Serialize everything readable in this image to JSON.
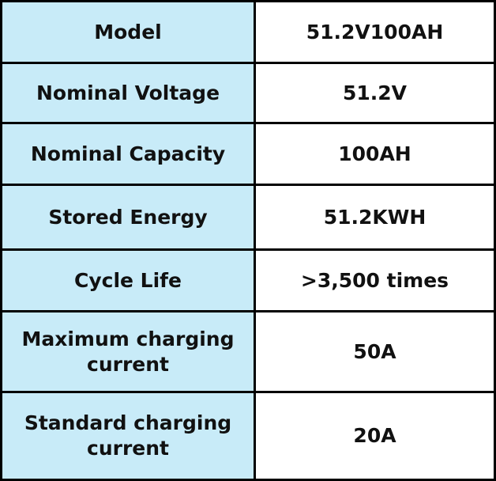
{
  "spec_table": {
    "rows": [
      {
        "label": "Model",
        "value": "51.2V100AH"
      },
      {
        "label": "Nominal Voltage",
        "value": "51.2V"
      },
      {
        "label": "Nominal Capacity",
        "value": "100AH"
      },
      {
        "label": "Stored Energy",
        "value": "51.2KWH"
      },
      {
        "label": "Cycle Life",
        "value": ">3,500 times"
      },
      {
        "label": "Maximum charging current",
        "value": "50A"
      },
      {
        "label": "Standard charging current",
        "value": "20A"
      }
    ]
  },
  "colors": {
    "label_background": "#c8ebf8",
    "value_background": "#ffffff",
    "border": "#000000",
    "text": "#111111"
  }
}
